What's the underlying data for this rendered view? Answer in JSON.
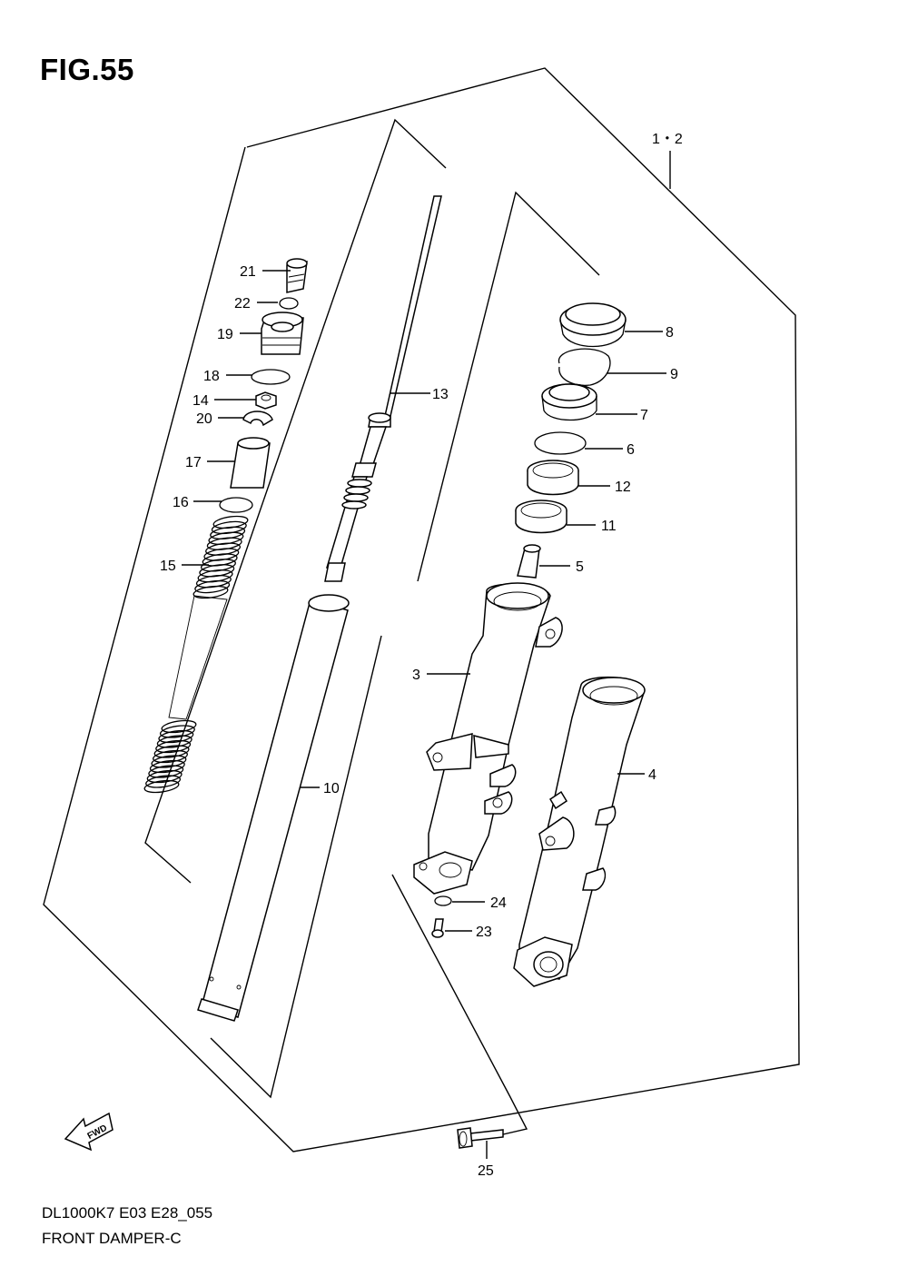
{
  "figure": {
    "title": "FIG.55",
    "model_code": "DL1000K7 E03 E28_055",
    "name": "FRONT DAMPER-C",
    "fwd_label": "FWD"
  },
  "callouts": [
    {
      "id": "c-1-2",
      "label": "1・2"
    },
    {
      "id": "c-21",
      "label": "21"
    },
    {
      "id": "c-22",
      "label": "22"
    },
    {
      "id": "c-19",
      "label": "19"
    },
    {
      "id": "c-18",
      "label": "18"
    },
    {
      "id": "c-14",
      "label": "14"
    },
    {
      "id": "c-20",
      "label": "20"
    },
    {
      "id": "c-17",
      "label": "17"
    },
    {
      "id": "c-16",
      "label": "16"
    },
    {
      "id": "c-15",
      "label": "15"
    },
    {
      "id": "c-13",
      "label": "13"
    },
    {
      "id": "c-10",
      "label": "10"
    },
    {
      "id": "c-8",
      "label": "8"
    },
    {
      "id": "c-9",
      "label": "9"
    },
    {
      "id": "c-7",
      "label": "7"
    },
    {
      "id": "c-6",
      "label": "6"
    },
    {
      "id": "c-12",
      "label": "12"
    },
    {
      "id": "c-11",
      "label": "11"
    },
    {
      "id": "c-5",
      "label": "5"
    },
    {
      "id": "c-3",
      "label": "3"
    },
    {
      "id": "c-4",
      "label": "4"
    },
    {
      "id": "c-24",
      "label": "24"
    },
    {
      "id": "c-23",
      "label": "23"
    },
    {
      "id": "c-25",
      "label": "25"
    }
  ]
}
